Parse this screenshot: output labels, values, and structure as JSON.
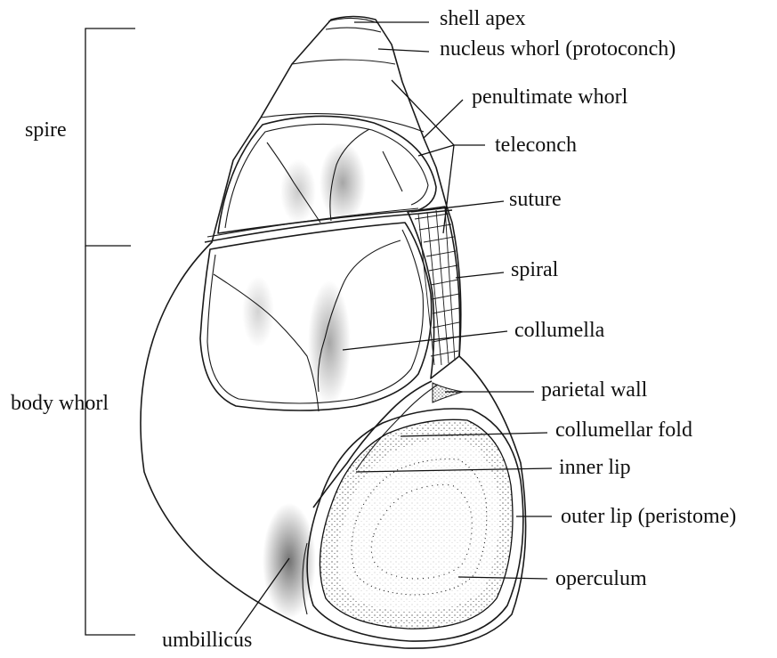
{
  "labels": {
    "spire": "spire",
    "body_whorl": "body whorl",
    "shell_apex": "shell apex",
    "nucleus_whorl": "nucleus whorl (protoconch)",
    "penultimate_whorl": "penultimate whorl",
    "teleconch": "teleconch",
    "suture": "suture",
    "spiral": "spiral",
    "collumella": "collumella",
    "parietal_wall": "parietal wall",
    "collumellar_fold": "collumellar fold",
    "inner_lip": "inner lip",
    "outer_lip": "outer lip (peristome)",
    "operculum": "operculum",
    "umbillicus": "umbillicus"
  }
}
